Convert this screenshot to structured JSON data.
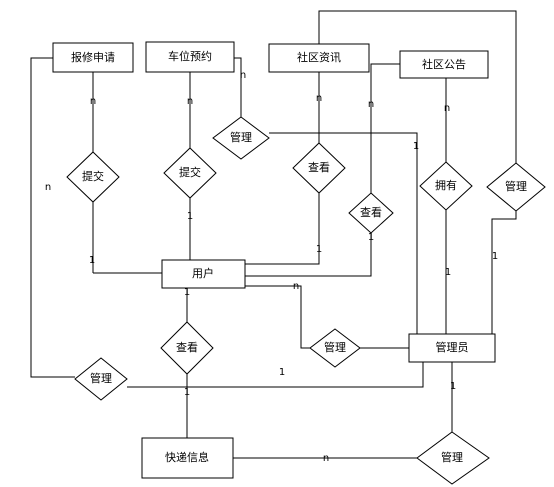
{
  "entities": {
    "repair_request": "报修申请",
    "parking_booking": "车位预约",
    "community_news": "社区资讯",
    "community_notice": "社区公告",
    "user": "用户",
    "admin": "管理员",
    "express_info": "快递信息"
  },
  "relationships": {
    "submit_repair": "提交",
    "submit_parking": "提交",
    "manage_parking": "管理",
    "view_news": "查看",
    "view_notice": "查看",
    "own_notice": "拥有",
    "manage_news": "管理",
    "view_express": "查看",
    "manage_user": "管理",
    "manage_repair": "管理",
    "manage_express": "管理"
  },
  "cardinalities": {
    "repair_n": "n",
    "repair_left_n": "n",
    "repair_user_1": "1",
    "parking_n": "n",
    "parking_user_1": "1",
    "parking_mgmt_n": "n",
    "mgmt_admin_1": "1",
    "news_n": "n",
    "news_user_1": "1",
    "notice_view_n": "n",
    "notice_user_1": "1",
    "notice_own_n": "n",
    "own_admin_1": "1",
    "news_admin_1": "1",
    "user_express_1": "1",
    "express_view_1": "1",
    "user_mgmt_n": "n",
    "repair_admin_1": "1",
    "admin_express_1": "1",
    "express_mgmt_n": "n"
  }
}
